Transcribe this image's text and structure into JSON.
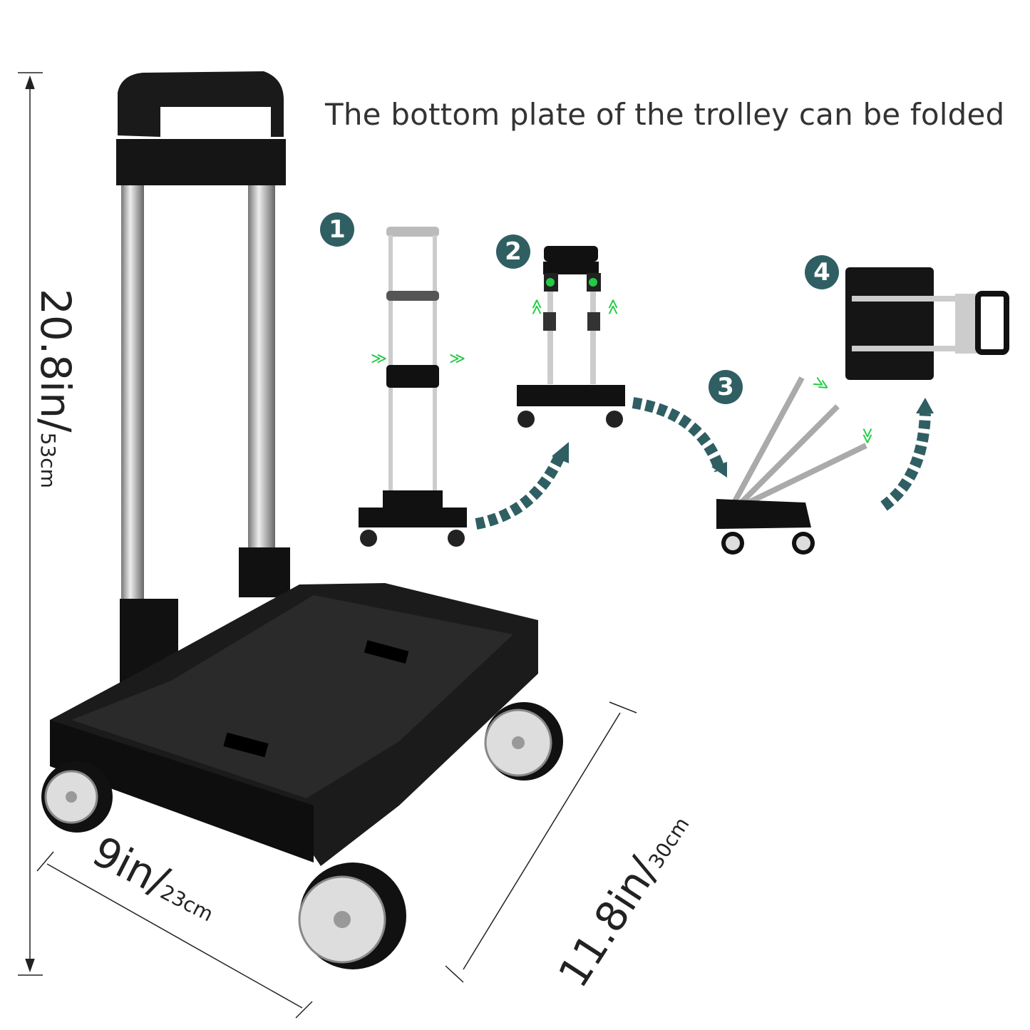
{
  "title": "The bottom plate of the trolley can be folded",
  "steps": [
    "1",
    "2",
    "3",
    "4"
  ],
  "dimensions": {
    "height": {
      "value": "20.8in/",
      "metric": "53cm"
    },
    "width": {
      "value": "9in/",
      "metric": "23cm"
    },
    "depth": {
      "value": "11.8in/",
      "metric": "30cm"
    }
  },
  "colors": {
    "step_badge": "#2f5f63",
    "arrow": "#2f5f63",
    "indicator": "#22cc44"
  }
}
